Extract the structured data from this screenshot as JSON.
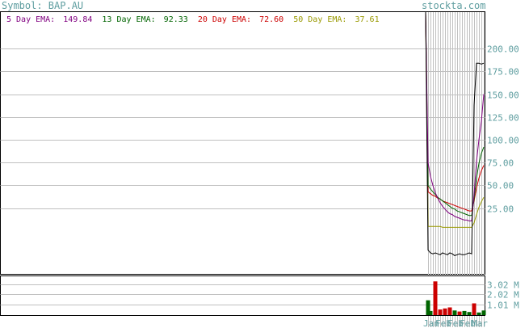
{
  "header": {
    "symbol_label": "Symbol: BAP.AU",
    "brand": "stockta.com"
  },
  "legend": [
    {
      "label": "5 Day EMA:",
      "value": "149.84",
      "color": "#800080"
    },
    {
      "label": "13 Day EMA:",
      "value": "92.33",
      "color": "#006400"
    },
    {
      "label": "20 Day EMA:",
      "value": "72.60",
      "color": "#cc0000"
    },
    {
      "label": "50 Day EMA:",
      "value": "37.61",
      "color": "#999900"
    }
  ],
  "colors": {
    "price": "#000000",
    "grid": "#c0c0c0",
    "axis_text": "#5f9ea0",
    "vol_up": "#006400",
    "vol_down": "#cc0000"
  },
  "chart_data": [
    {
      "type": "line",
      "title": "",
      "price_ylim": [
        -47,
        240
      ],
      "yticks": [
        {
          "label": "200.00",
          "value": 200
        },
        {
          "label": "175.00",
          "value": 175
        },
        {
          "label": "150.00",
          "value": 150
        },
        {
          "label": "125.00",
          "value": 125
        },
        {
          "label": "100.00",
          "value": 100
        },
        {
          "label": "75.00",
          "value": 75
        },
        {
          "label": "50.00",
          "value": 50
        },
        {
          "label": "25.00",
          "value": 25
        }
      ],
      "x_range": [
        0,
        24
      ],
      "x": [
        0,
        1,
        2,
        3,
        4,
        5,
        6,
        7,
        8,
        9,
        10,
        11,
        12,
        13,
        14,
        15,
        16,
        17,
        18,
        19,
        20,
        21,
        22,
        23,
        24
      ],
      "series": [
        {
          "name": "Price",
          "key": "price",
          "values": [
            240,
            -21,
            -24,
            -25,
            -24,
            -25,
            -26,
            -24,
            -25,
            -26,
            -24,
            -25,
            -27,
            -26,
            -25,
            -26,
            -26,
            -25,
            -24,
            -25,
            138,
            184,
            184,
            183,
            184
          ]
        },
        {
          "name": "5 Day EMA",
          "key": "ema5",
          "values": [
            240,
            75,
            60,
            50,
            42,
            36,
            31,
            27,
            24,
            21,
            19,
            18,
            16,
            15,
            14,
            13,
            12,
            12,
            11,
            11,
            40,
            76,
            100,
            120,
            150
          ]
        },
        {
          "name": "13 Day EMA",
          "key": "ema13",
          "values": [
            240,
            50,
            46,
            43,
            40,
            37,
            35,
            33,
            31,
            29,
            27,
            25,
            24,
            22,
            21,
            20,
            19,
            18,
            17,
            17,
            35,
            58,
            74,
            85,
            92
          ]
        },
        {
          "name": "20 Day EMA",
          "key": "ema20",
          "values": [
            240,
            43,
            41,
            39,
            38,
            36,
            35,
            33,
            32,
            31,
            30,
            29,
            28,
            27,
            26,
            25,
            24,
            23,
            22,
            22,
            33,
            47,
            58,
            66,
            72
          ]
        },
        {
          "name": "50 Day EMA",
          "key": "ema50",
          "values": [
            240,
            5,
            5,
            5,
            5,
            5,
            5,
            4,
            4,
            4,
            4,
            4,
            4,
            4,
            4,
            4,
            4,
            4,
            4,
            4,
            9,
            18,
            26,
            32,
            37
          ]
        }
      ]
    },
    {
      "type": "bar",
      "title": "",
      "volume_ylim": [
        0,
        3.8
      ],
      "yticks": [
        {
          "label": "3.02 M",
          "value": 3.02
        },
        {
          "label": "2.02 M",
          "value": 2.02
        },
        {
          "label": "1.01 M",
          "value": 1.01
        }
      ],
      "xtick_labels": [
        "Jan",
        "Feb",
        "Feb",
        "Feb",
        "Mar"
      ],
      "volume": [
        {
          "x": 1,
          "value": 1.45,
          "dir": "up"
        },
        {
          "x": 2,
          "value": 0.4,
          "dir": "up"
        },
        {
          "x": 4,
          "value": 3.3,
          "dir": "down"
        },
        {
          "x": 6,
          "value": 0.55,
          "dir": "down"
        },
        {
          "x": 8,
          "value": 0.65,
          "dir": "down"
        },
        {
          "x": 10,
          "value": 0.75,
          "dir": "down"
        },
        {
          "x": 12,
          "value": 0.45,
          "dir": "up"
        },
        {
          "x": 14,
          "value": 0.35,
          "dir": "down"
        },
        {
          "x": 16,
          "value": 0.4,
          "dir": "up"
        },
        {
          "x": 18,
          "value": 0.3,
          "dir": "up"
        },
        {
          "x": 20,
          "value": 1.15,
          "dir": "down"
        },
        {
          "x": 22,
          "value": 0.25,
          "dir": "up"
        },
        {
          "x": 24,
          "value": 0.45,
          "dir": "up"
        }
      ]
    }
  ]
}
